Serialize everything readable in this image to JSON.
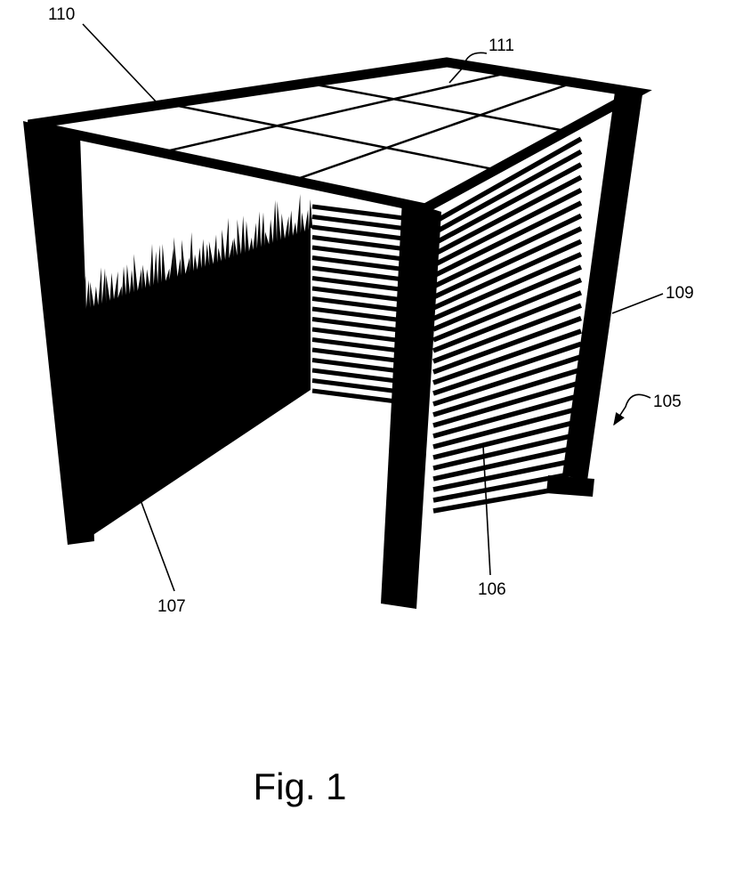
{
  "figure": {
    "caption": "Fig. 1",
    "labels": {
      "l110": "110",
      "l111": "111",
      "l109": "109",
      "l105": "105",
      "l106": "106",
      "l107": "107"
    },
    "colors": {
      "ink": "#000000",
      "paper": "#ffffff"
    }
  }
}
